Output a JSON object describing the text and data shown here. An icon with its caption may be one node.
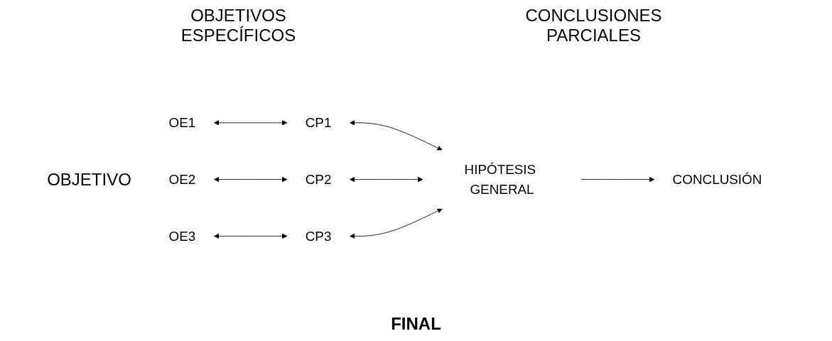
{
  "diagram": {
    "nodes": [
      {
        "text": [
          "OE1"
        ]
      },
      {
        "text": [
          "CP1"
        ]
      },
      {
        "text": [
          "HIPÓTESIS GENERAL"
        ]
      },
      {
        "text": [
          "OE2"
        ]
      },
      {
        "text": [
          "CP2"
        ]
      },
      {
        "text": [
          "OE3"
        ]
      },
      {
        "text": [
          "CP3"
        ]
      },
      {
        "text": [
          "CONCLUSIÓN"
        ]
      }
    ],
    "edges": [
      {
        "from": 0,
        "to": 1,
        "arrow": "both"
      },
      {
        "from": 1,
        "to": 2,
        "arrow": "both"
      },
      {
        "from": 3,
        "to": 4,
        "arrow": "both"
      },
      {
        "from": 4,
        "to": 2,
        "arrow": "both"
      },
      {
        "from": 5,
        "to": 6,
        "arrow": "both"
      },
      {
        "from": 6,
        "to": 2,
        "arrow": "both"
      },
      {
        "from": 2,
        "to": 7,
        "arrow": "to"
      }
    ],
    "labels": [
      "OBJETIVOS ESPECÍFICOS",
      "CONCLUSIONES PARCIALES",
      "OBJETIVO",
      "FINAL"
    ]
  }
}
